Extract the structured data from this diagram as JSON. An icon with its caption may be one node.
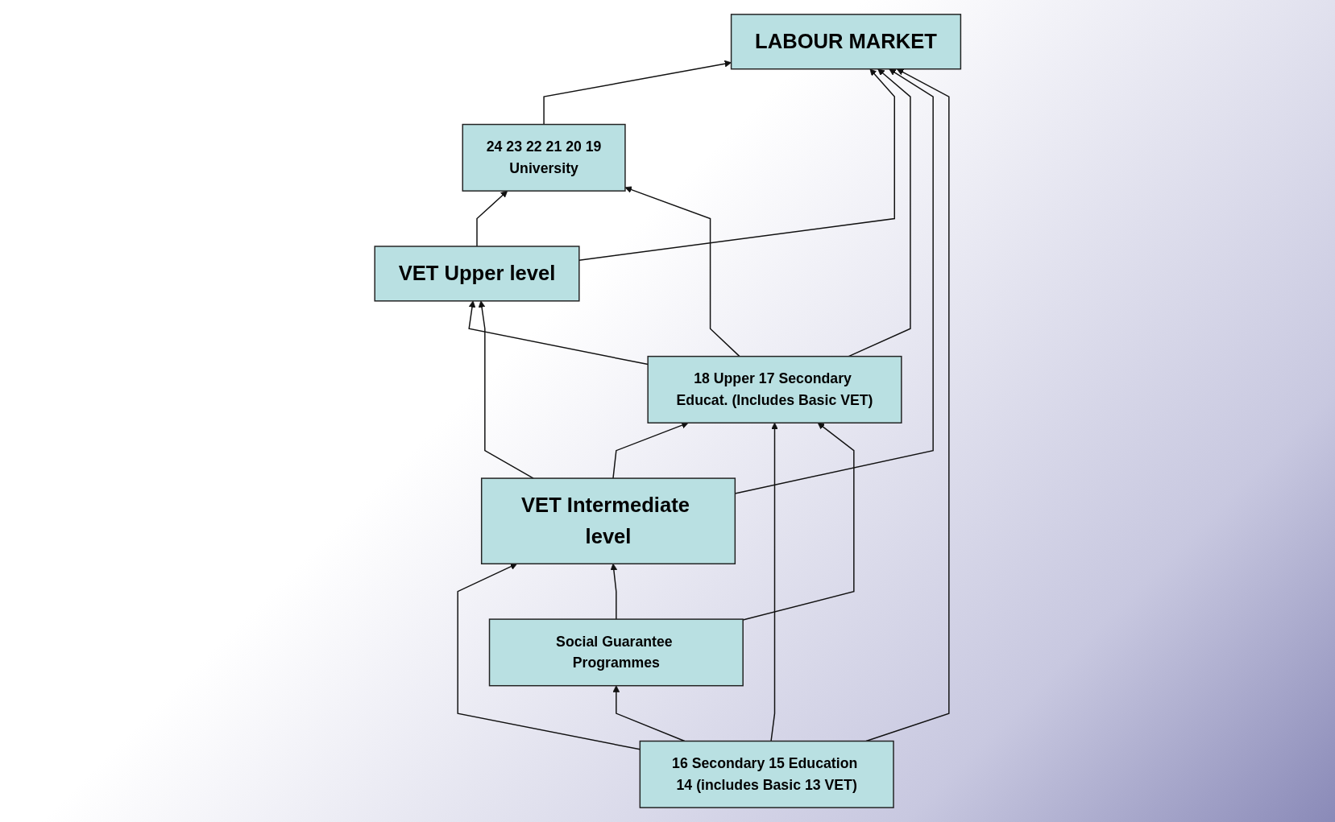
{
  "diagram": {
    "nodes": [
      {
        "text": [
          "24 23 22 21 20 19",
          "University"
        ]
      },
      {
        "text": [
          "VET Upper level"
        ]
      },
      {
        "text": [
          "LABOUR MARKET"
        ]
      },
      {
        "text": [
          "18 Upper 17 Secondary Educat. (Includes Basic VET)"
        ]
      },
      {
        "text": [
          "VET Intermediate level"
        ]
      },
      {
        "text": [
          "16 Secondary 15 Education 14 (includes Basic 13 VET)"
        ]
      },
      {
        "text": [
          "Social Guarantee Programmes"
        ]
      }
    ],
    "edges": [
      {
        "from": 0,
        "to": 2,
        "arrow": "to"
      },
      {
        "from": 1,
        "to": 0,
        "arrow": "to"
      },
      {
        "from": 1,
        "to": 2,
        "arrow": "to"
      },
      {
        "from": 3,
        "to": 0,
        "arrow": "to"
      },
      {
        "from": 3,
        "to": 1,
        "arrow": "to"
      },
      {
        "from": 4,
        "to": 1,
        "arrow": "to"
      },
      {
        "from": 3,
        "to": 2,
        "arrow": "to"
      },
      {
        "from": 4,
        "to": 3,
        "arrow": "to"
      },
      {
        "from": 4,
        "to": 2,
        "arrow": "to"
      },
      {
        "from": 5,
        "to": 3,
        "arrow": "to"
      },
      {
        "from": 5,
        "to": 4,
        "arrow": "to"
      },
      {
        "from": 6,
        "to": 3,
        "arrow": "to"
      },
      {
        "from": 6,
        "to": 4,
        "arrow": "to"
      },
      {
        "from": 5,
        "to": 6,
        "arrow": "to"
      },
      {
        "from": 5,
        "to": 2,
        "arrow": "to"
      }
    ]
  }
}
